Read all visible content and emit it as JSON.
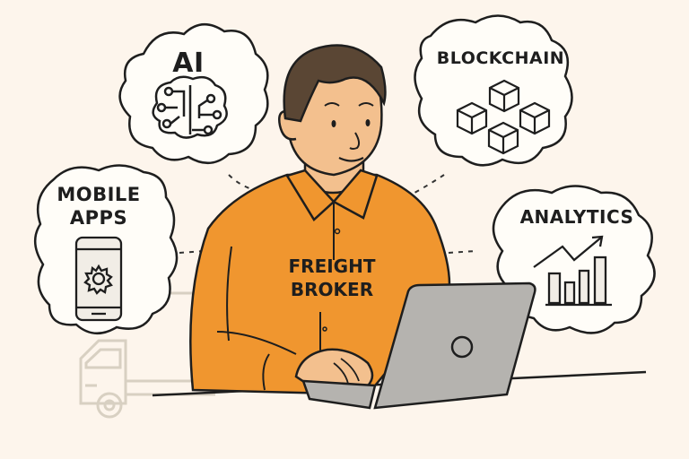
{
  "illustration": {
    "background_color": "#fdf5ec",
    "person": {
      "shirt_text_line1": "FREIGHT",
      "shirt_text_line2": "BROKER",
      "shirt_color": "#f0962f",
      "skin_color": "#f3c08e",
      "hair_color": "#5a4634"
    },
    "laptop": {
      "color": "#b5b3af"
    },
    "bubbles": {
      "ai": {
        "label": "AI",
        "icon": "brain-circuit-icon"
      },
      "blockchain": {
        "label": "BLOCKCHAIN",
        "icon": "linked-cubes-icon"
      },
      "mobile": {
        "label_line1": "MOBILE",
        "label_line2": "APPS",
        "icon": "smartphone-gear-icon"
      },
      "analytics": {
        "label": "ANALYTICS",
        "icon": "bar-chart-trend-icon"
      }
    },
    "background_object": {
      "icon": "truck-icon"
    }
  }
}
